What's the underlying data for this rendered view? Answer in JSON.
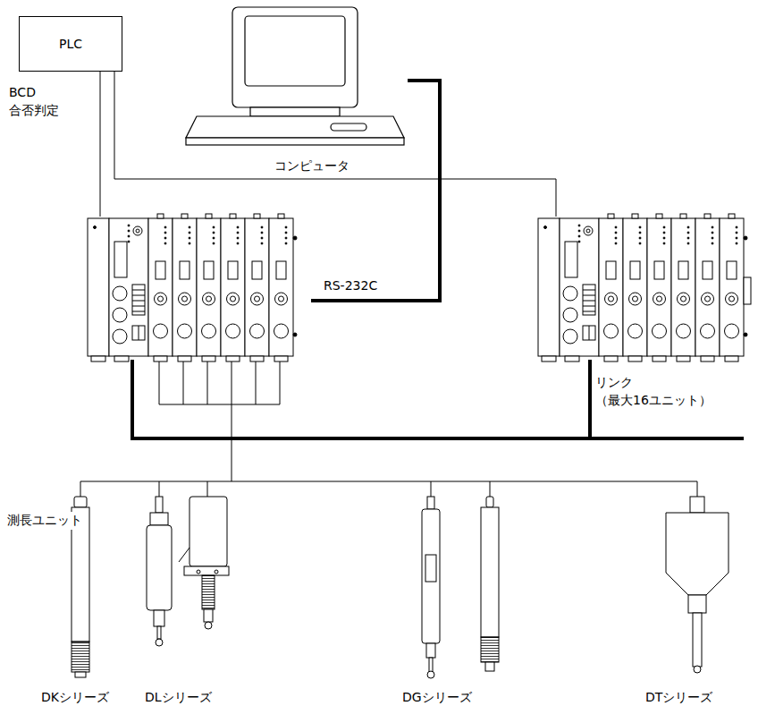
{
  "diagram": {
    "nodes": [
      {
        "text": [
          "PLC"
        ]
      },
      {
        "text": [
          "コンピュータ"
        ]
      }
    ],
    "labels": [
      "BCD 合否判定",
      "RS-232C",
      "リンク （最大16ユニット）",
      "測長ユニット",
      "DKシリーズ",
      "DLシリーズ",
      "DGシリーズ",
      "DTシリーズ"
    ]
  }
}
